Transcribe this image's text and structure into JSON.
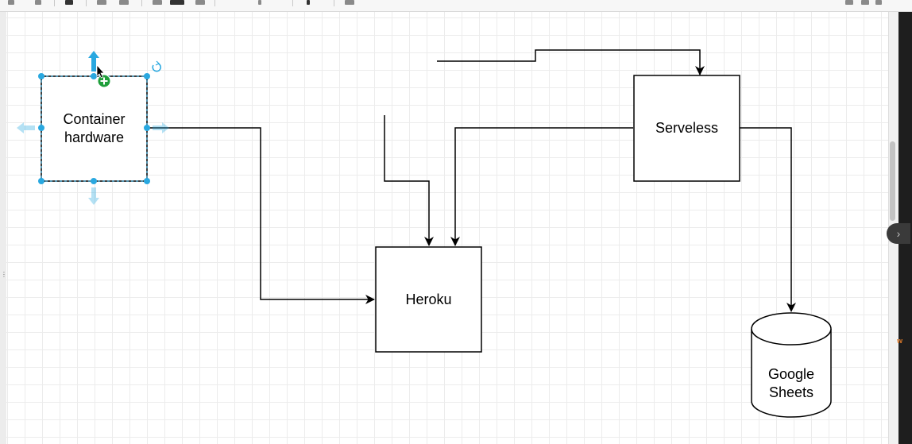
{
  "diagram": {
    "nodes": [
      {
        "id": "container",
        "label": "Container\nhardware",
        "shape": "rectangle",
        "selected": true
      },
      {
        "id": "serverless",
        "label": "Serveless",
        "shape": "rectangle",
        "selected": false
      },
      {
        "id": "heroku",
        "label": "Heroku",
        "shape": "rectangle",
        "selected": false
      },
      {
        "id": "sheets",
        "label": "Google\nSheets",
        "shape": "cylinder",
        "selected": false
      }
    ],
    "edges": [
      {
        "from": "container",
        "to": "heroku"
      },
      {
        "from": "serverless",
        "to": "heroku"
      },
      {
        "from": "serverless",
        "to": "sheets"
      },
      {
        "from": "",
        "to": "serverless"
      },
      {
        "from": "",
        "to": "heroku"
      }
    ]
  },
  "colors": {
    "selection_handle": "#29a8e0",
    "add_badge": "#1e9e3a",
    "stroke": "#000000",
    "grid": "#ececec"
  },
  "icons": {
    "selection": [
      "rotate-icon",
      "arrow-up-icon",
      "arrow-left-icon",
      "arrow-right-icon",
      "arrow-down-icon",
      "plus-icon",
      "mouse-cursor-icon"
    ],
    "panel": [
      "chevron-right-icon"
    ]
  }
}
